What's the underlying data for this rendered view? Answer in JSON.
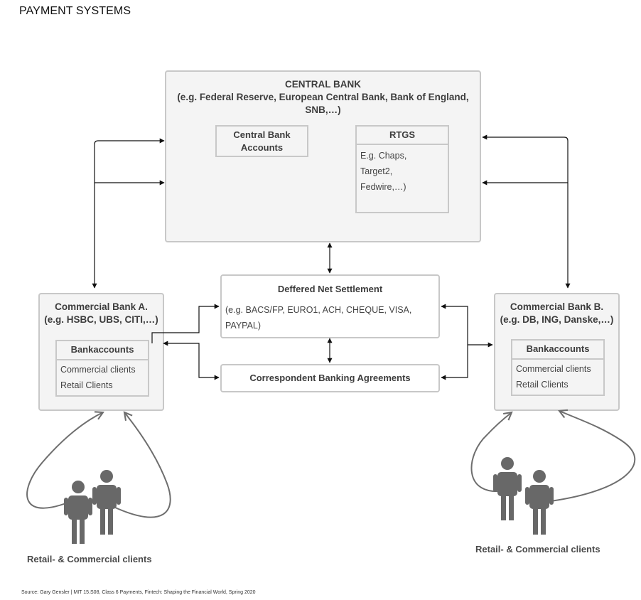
{
  "title": "PAYMENT SYSTEMS",
  "central_bank": {
    "title": "CENTRAL BANK",
    "subtitle_line1": "(e.g. Federal Reserve, European Central Bank, Bank of England,",
    "subtitle_line2": "SNB,…)",
    "accounts_line1": "Central Bank",
    "accounts_line2": "Accounts",
    "rtgs_title": "RTGS",
    "rtgs_line1": "E.g. Chaps,",
    "rtgs_line2": "Target2,",
    "rtgs_line3": "Fedwire,…)"
  },
  "dns": {
    "title": "Deffered Net Settlement",
    "line1": "(e.g. BACS/FP, EURO1, ACH, CHEQUE, VISA,",
    "line2": "PAYPAL)"
  },
  "cba": {
    "title": "Correspondent Banking Agreements"
  },
  "bank_a": {
    "title": "Commercial Bank A.",
    "subtitle": "(e.g. HSBC, UBS, CITI,…)",
    "accounts_title": "Bankaccounts",
    "item1": "Commercial clients",
    "item2": "Retail Clients"
  },
  "bank_b": {
    "title": "Commercial Bank B.",
    "subtitle": "(e.g. DB, ING, Danske,…)",
    "accounts_title": "Bankaccounts",
    "item1": "Commercial clients",
    "item2": "Retail Clients"
  },
  "clients_left": "Retail- & Commercial clients",
  "clients_right": "Retail- & Commercial clients",
  "source": "Source: Gary Gensler | MIT 15.S08, Class 6 Payments, Fintech: Shaping the Financial World, Spring 2020",
  "colors": {
    "box_fill": "#f4f4f4",
    "border": "#c8c8c8",
    "person": "#686868",
    "arrow": "#111111"
  }
}
